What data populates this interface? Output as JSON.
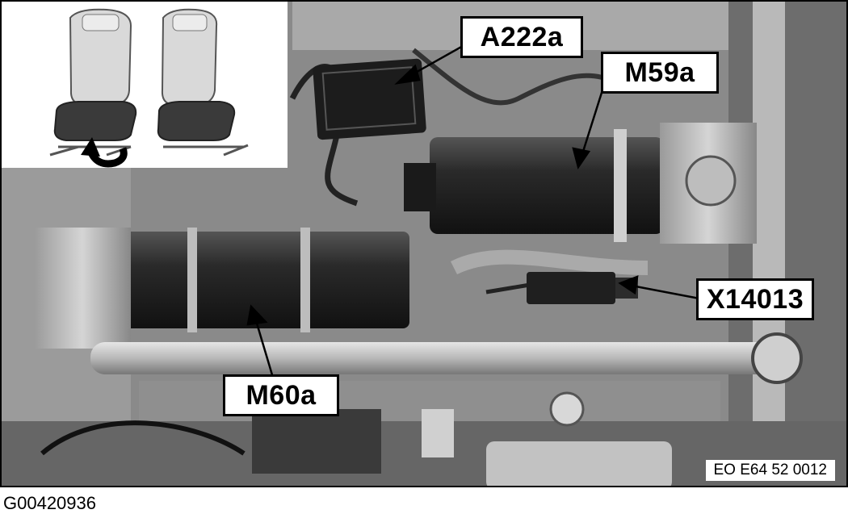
{
  "labels": {
    "a222a": "A222a",
    "m59a": "M59a",
    "m60a": "M60a",
    "x14013": "X14013"
  },
  "reference_code": "EO E64 52 0012",
  "figure_id": "G00420936",
  "colors": {
    "photo_background": "#7a7a7a",
    "callout_fill": "#ffffff",
    "ink": "#000000"
  }
}
